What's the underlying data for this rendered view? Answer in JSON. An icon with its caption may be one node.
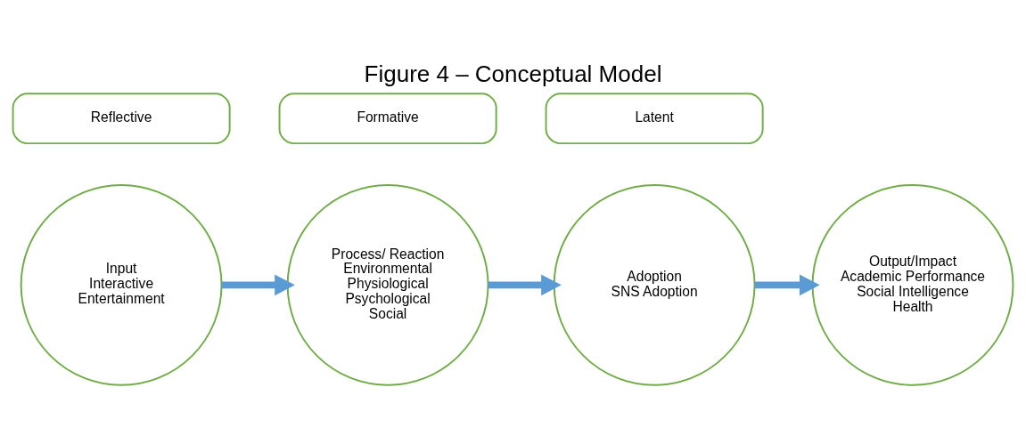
{
  "diagram": {
    "title": "Figure 4 – Conceptual Model",
    "nodes": [
      {
        "text": [
          "Reflective"
        ]
      },
      {
        "text": [
          "Formative"
        ]
      },
      {
        "text": [
          "Latent"
        ]
      },
      {
        "text": [
          "Input",
          "Interactive",
          "Entertainment"
        ]
      },
      {
        "text": [
          "Process/ Reaction",
          "Environmental",
          "Physiological",
          "Psychological",
          "Social"
        ]
      },
      {
        "text": [
          "Adoption",
          "SNS Adoption"
        ]
      },
      {
        "text": [
          "Output/Impact",
          "Academic Performance",
          "Social Intelligence",
          "Health"
        ]
      }
    ],
    "edges": [
      {
        "from": 3,
        "to": 4,
        "arrow": "to",
        "color": "#5b9bd5"
      },
      {
        "from": 4,
        "to": 5,
        "arrow": "to",
        "color": "#5b9bd5"
      },
      {
        "from": 5,
        "to": 6,
        "arrow": "to",
        "color": "#5b9bd5"
      }
    ]
  }
}
